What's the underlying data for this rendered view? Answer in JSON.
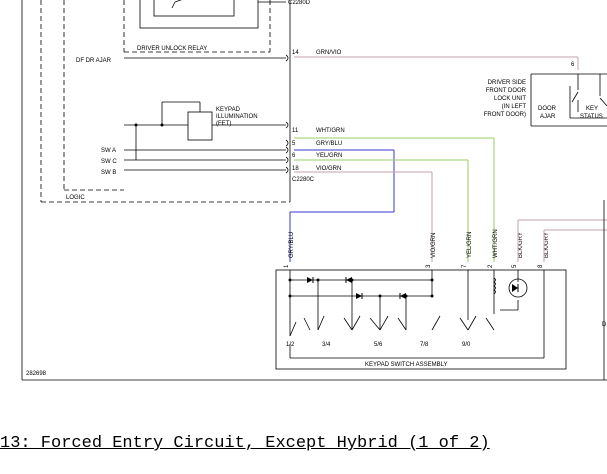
{
  "labels": {
    "top_connector": "C2280D",
    "driver_unlock_relay": "DRIVER UNLOCK RELAY",
    "df_dr_ajar": "DF DR AJAR",
    "keypad_illumination": [
      "KEYPAD",
      "ILLUMINATION",
      "(FET)"
    ],
    "sw_a": "SW A",
    "sw_c": "SW C",
    "sw_b": "SW B",
    "logic": "LOGIC",
    "bottom_connector": "C2280C",
    "door_lock_unit": [
      "DRIVER SIDE",
      "FRONT DOOR",
      "LOCK UNIT",
      "(IN LEFT",
      "FRONT DOOR)"
    ],
    "door_ajar": [
      "DOOR",
      "AJAR"
    ],
    "key_status": [
      "KEY",
      "STATUS"
    ],
    "keypad_switch_assembly": "KEYPAD SWITCH ASSEMBLY",
    "figure_id": "282698",
    "pins_row": [
      "1/2",
      "3/4",
      "5/6",
      "7/8",
      "9/0"
    ],
    "d_fragment": "D"
  },
  "wires": {
    "grn_vio": {
      "pin": "14",
      "color": "GRN/VIO"
    },
    "wht_grn": {
      "pin": "11",
      "color": "WHT/GRN"
    },
    "gry_blu": {
      "pin": "5",
      "color": "GRY/BLU"
    },
    "yel_grn": {
      "pin": "6",
      "color": "YEL/GRN"
    },
    "vio_grn": {
      "pin": "18",
      "color": "VIO/GRN"
    }
  },
  "vertical_wires": [
    {
      "pin": "1",
      "color": "GRY/BLU"
    },
    {
      "pin": "3",
      "color": "VIO/GRN"
    },
    {
      "pin": "7",
      "color": "YEL/GRN"
    },
    {
      "pin": "2",
      "color": "WHT/GRN"
    },
    {
      "pin": "5",
      "color": "BLK/GRY"
    },
    {
      "pin": "8",
      "color": "BLK/GRY"
    }
  ],
  "door_pin": "6",
  "caption": "13: Forced Entry Circuit, Except Hybrid (1 of 2)",
  "colors": {
    "blue_wire": "#3a3acc",
    "green_wire": "#99cc66",
    "violet_wire": "#c4a3a8",
    "line": "#000000"
  }
}
